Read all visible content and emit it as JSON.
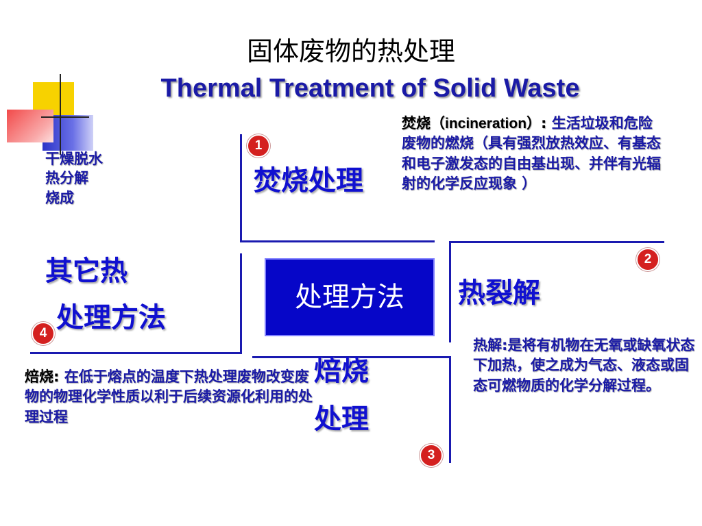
{
  "title_cn": "固体废物的热处理",
  "title_en": "Thermal Treatment  of Solid Waste",
  "center_label": "处理方法",
  "sections": {
    "incineration": {
      "badge": "1",
      "label": "焚烧处理",
      "note_key": "焚烧（",
      "note_en": "incineration",
      "note_key_end": "）:",
      "note_body": " 生活垃圾和危险废物的燃烧（具有强烈放热效应、有基态和电子激发态的自由基出现、并伴有光辐射的化学反应现象 ）"
    },
    "pyrolysis": {
      "badge": "2",
      "label": "热裂解",
      "note_key": "热解:",
      "note_body": "是将有机物在无氧或缺氧状态下加热，使之成为气态、液态或固态可燃物质的化学分解过程。"
    },
    "roasting": {
      "badge": "3",
      "label_line1": "焙烧",
      "label_line2": "处理",
      "note_key": "焙烧:",
      "note_body": " 在低于熔点的温度下热处理废物改变废物的物理化学性质以利于后续资源化利用的处理过程"
    },
    "other": {
      "badge": "4",
      "label_line1": "其它热",
      "label_line2": "处理方法",
      "items": [
        "干燥脱水",
        "热分解",
        "烧成"
      ]
    }
  }
}
